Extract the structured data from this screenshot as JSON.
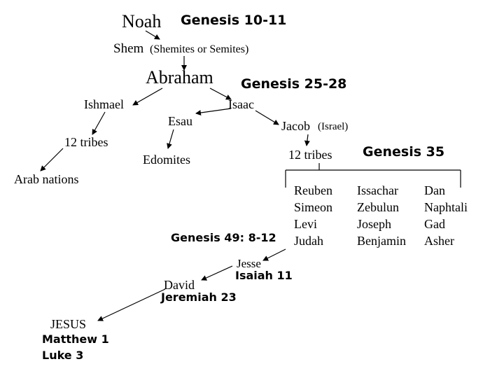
{
  "nodes": {
    "noah": "Noah",
    "noah_ref": "Genesis 10-11",
    "shem": "Shem",
    "shem_note": "(Shemites or Semites)",
    "abraham": "Abraham",
    "abraham_ref": "Genesis 25-28",
    "ishmael": "Ishmael",
    "isaac": "Isaac",
    "esau": "Esau",
    "jacob": "Jacob",
    "jacob_note": "(Israel)",
    "ishmael_tribes": "12 tribes",
    "edomites": "Edomites",
    "jacob_tribes": "12 tribes",
    "tribes_ref": "Genesis 35",
    "arab_nations": "Arab nations",
    "judah_ref": "Genesis 49: 8-12",
    "jesse": "Jesse",
    "jesse_ref": "Isaiah 11",
    "david": "David",
    "david_ref": "Jeremiah 23",
    "jesus": "JESUS",
    "jesus_ref_1": "Matthew 1",
    "jesus_ref_2": "Luke 3"
  },
  "tribes": {
    "column_1": [
      "Reuben",
      "Simeon",
      "Levi",
      "Judah"
    ],
    "column_2": [
      "Issachar",
      "Zebulun",
      "Joseph",
      "Benjamin"
    ],
    "column_3": [
      "Dan",
      "Naphtali",
      "Gad",
      "Asher"
    ]
  },
  "colors": {
    "ink": "#000000",
    "background": "#ffffff"
  }
}
